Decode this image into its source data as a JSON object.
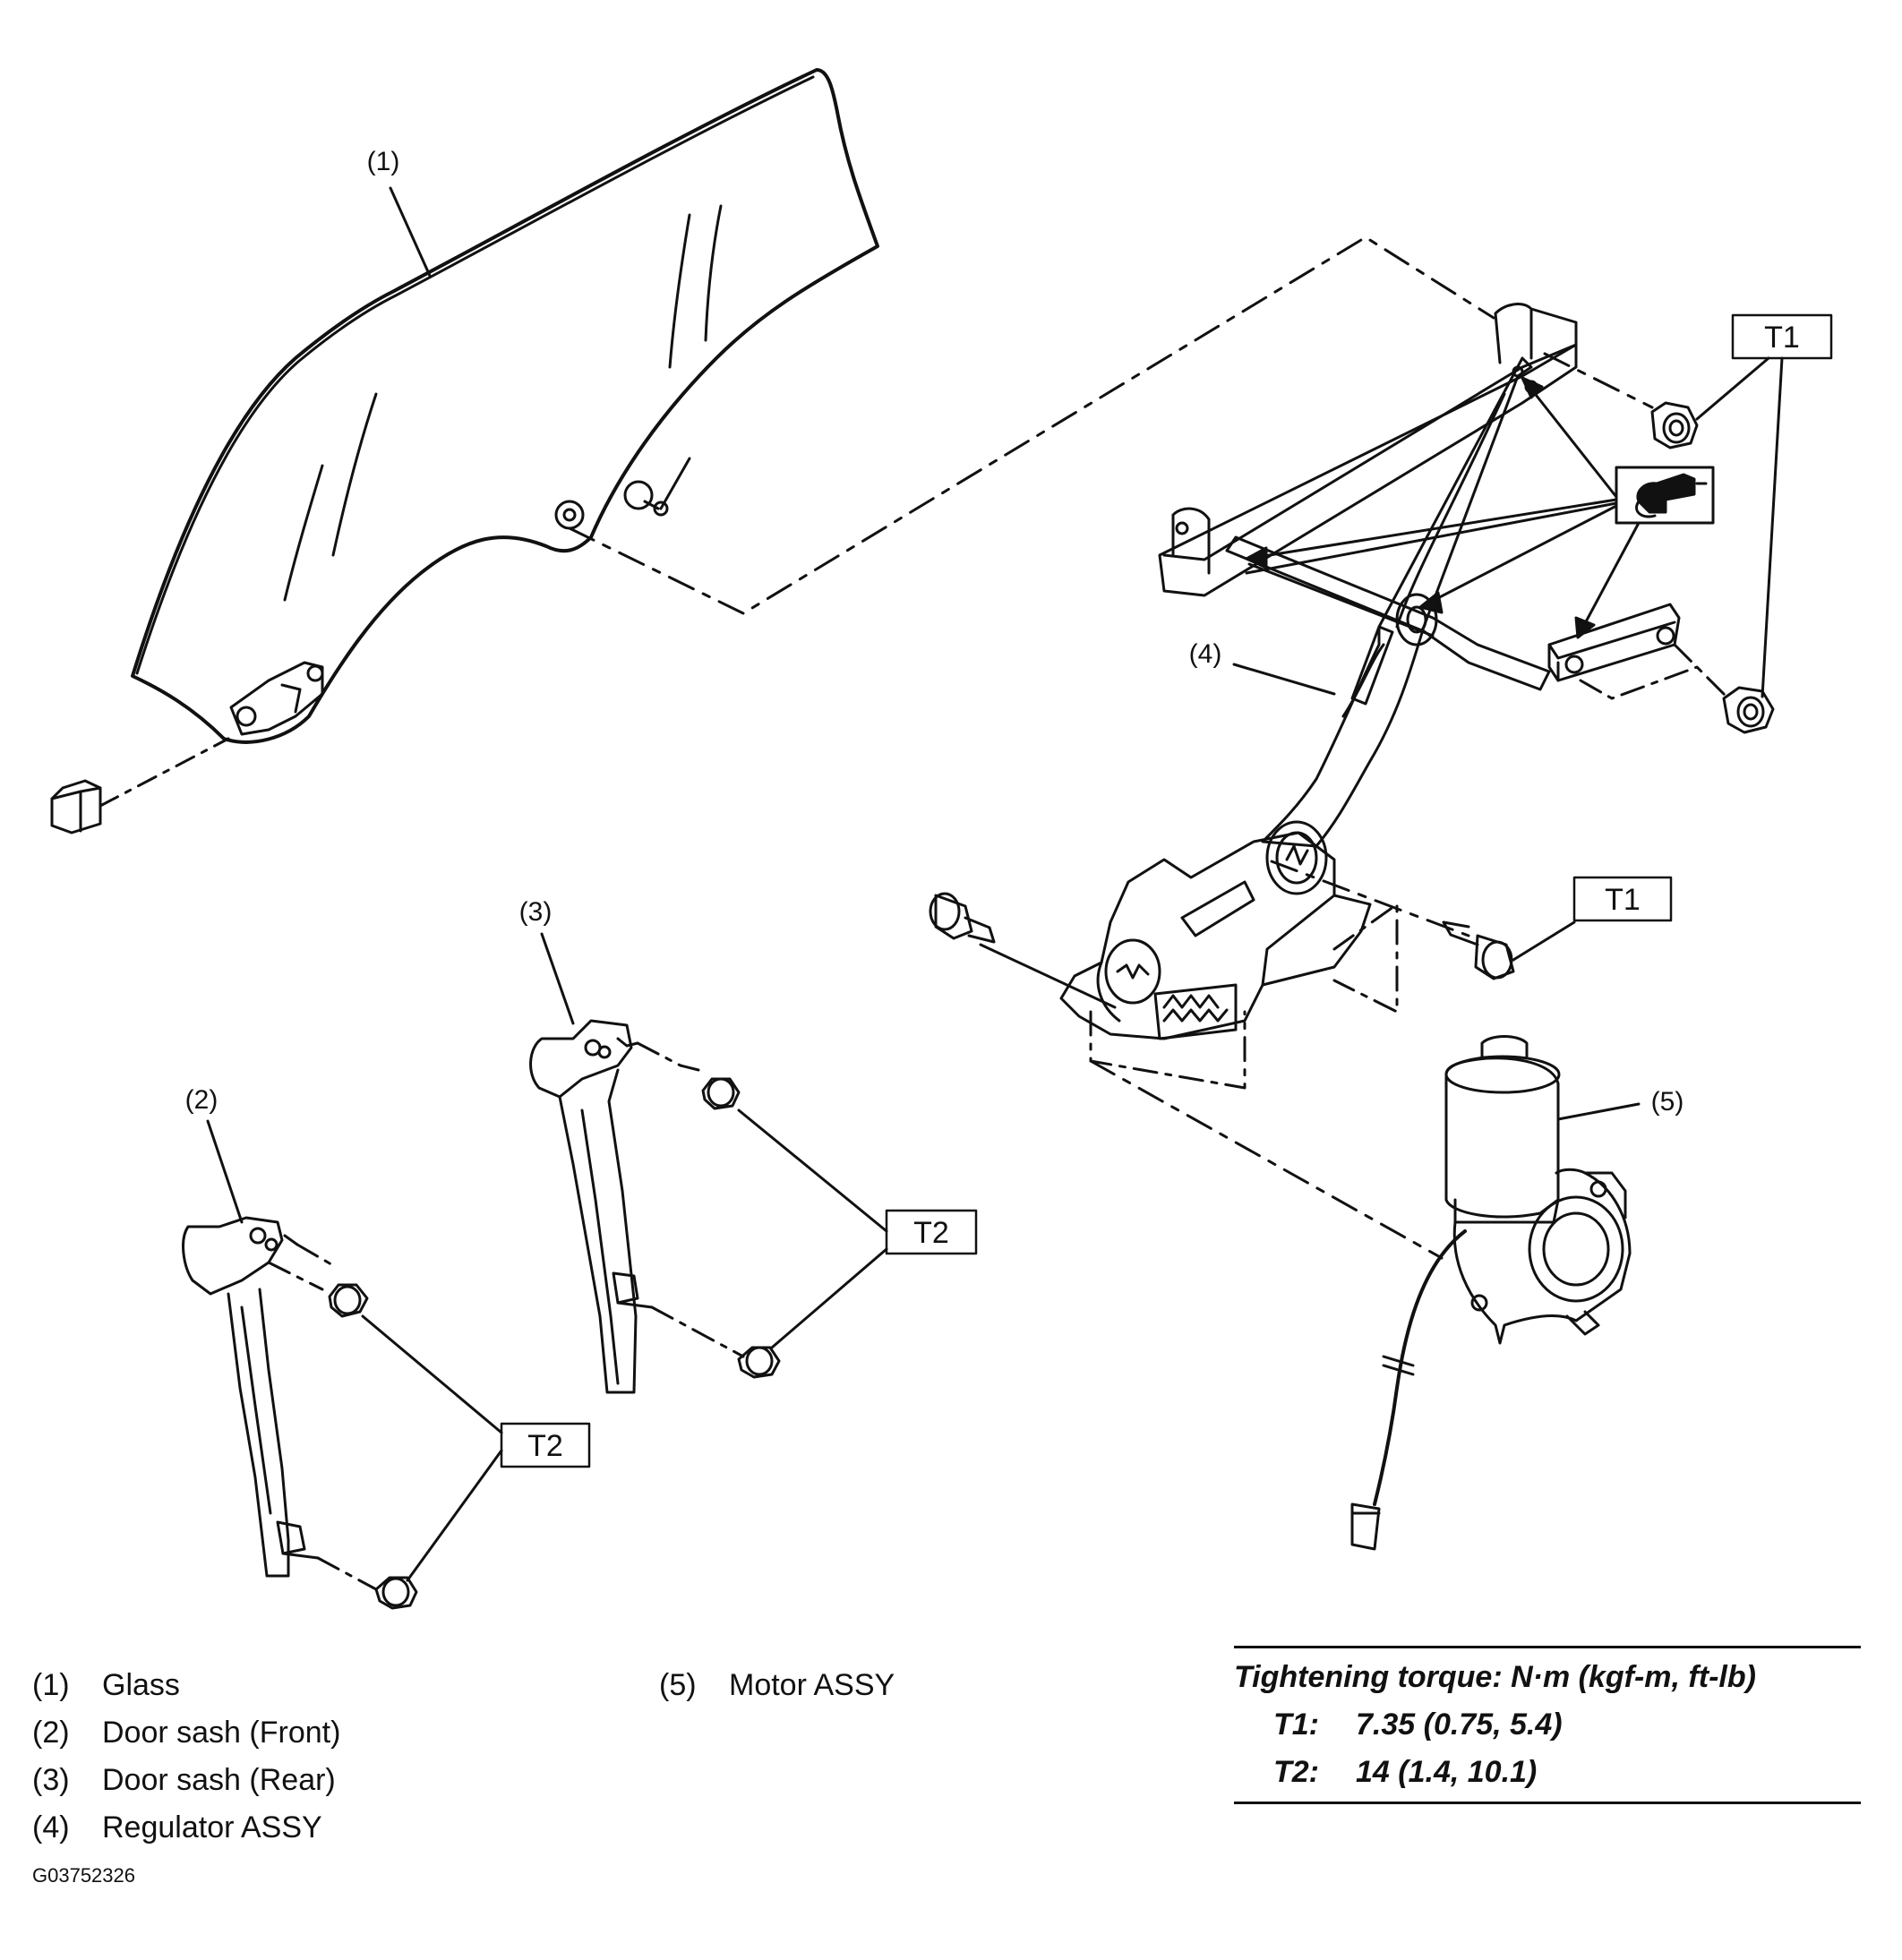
{
  "callouts": {
    "glass": "(1)",
    "sash_front": "(2)",
    "sash_rear": "(3)",
    "regulator": "(4)",
    "motor": "(5)"
  },
  "torque_tags": {
    "t1": "T1",
    "t2": "T2"
  },
  "legend": [
    {
      "num": "(1)",
      "label": "Glass"
    },
    {
      "num": "(2)",
      "label": "Door sash (Front)"
    },
    {
      "num": "(3)",
      "label": "Door sash (Rear)"
    },
    {
      "num": "(4)",
      "label": "Regulator ASSY"
    },
    {
      "num": "(5)",
      "label": "Motor ASSY"
    }
  ],
  "torque_table": {
    "title": "Tightening torque: N·m (kgf-m, ft-lb)",
    "rows": [
      {
        "key": "T1:",
        "value": "7.35 (0.75, 5.4)"
      },
      {
        "key": "T2:",
        "value": "14 (1.4, 10.1)"
      }
    ]
  },
  "figure_code": "G03752326",
  "icons": {
    "grease": "grease-gun-icon"
  },
  "colors": {
    "ink": "#111111",
    "paper": "#ffffff"
  }
}
